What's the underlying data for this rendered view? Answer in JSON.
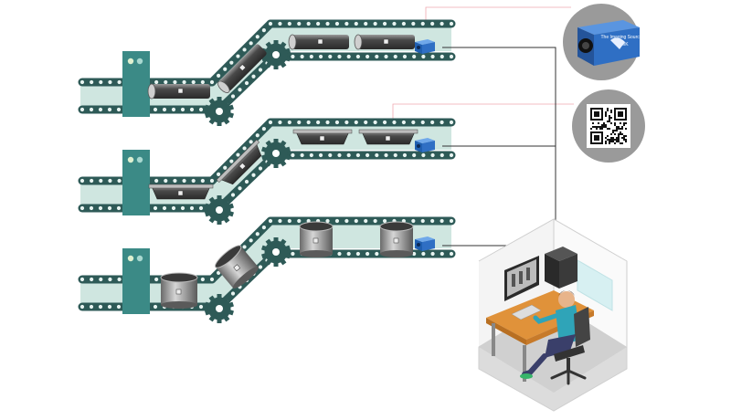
{
  "lines": [
    {
      "id": "line-1",
      "product": "pipe"
    },
    {
      "id": "line-2",
      "product": "tray"
    },
    {
      "id": "line-3",
      "product": "pot"
    }
  ],
  "camera": {
    "brand_text": "The Imaging Source",
    "model_text": "DMK",
    "icon": "industrial-camera-icon",
    "body_color": "#2f6fc4"
  },
  "qr": {
    "icon": "qr-code-icon"
  },
  "workstation": {
    "icon": "operator-workstation-icon"
  },
  "colors": {
    "belt": "#2e5a57",
    "belt_dot": "#e8f4f1",
    "rail_fill": "#cfe6e0",
    "machine": "#3b8a86",
    "gear": "#2e5a57",
    "wire": "#333333",
    "pink_line": "#f0a8b0",
    "circle_bg": "#9a9a9a"
  }
}
